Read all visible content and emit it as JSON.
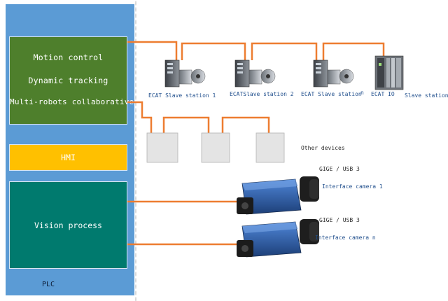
{
  "plc": {
    "label": "PLC"
  },
  "blocks": {
    "motion": [
      "Motion control",
      "Dynamic tracking",
      "Multi-robots collaborative"
    ],
    "hmi": "HMI",
    "vision": "Vision process"
  },
  "slaves": [
    {
      "label": "ECAT Slave station 1"
    },
    {
      "label": "ECATSlave station 2"
    },
    {
      "label": "ECAT Slave station",
      "suffix": "n"
    }
  ],
  "ecat_io": {
    "label": "ECAT IO",
    "extra": "Slave station"
  },
  "other_devices": {
    "label": "Other devices"
  },
  "cameras": [
    {
      "protocol": "GIGE  / USB  3",
      "label": "Interface camera 1"
    },
    {
      "protocol": "GIGE  / USB  3",
      "label": "Interface camera n"
    }
  ],
  "colors": {
    "plc_blue": "#5b9bd5",
    "motion_green": "#4e7f2c",
    "hmi_yellow": "#ffc000",
    "vision_teal": "#007a6e",
    "wire_orange": "#ed7d31",
    "camera_blue": "#2e5fa8"
  }
}
